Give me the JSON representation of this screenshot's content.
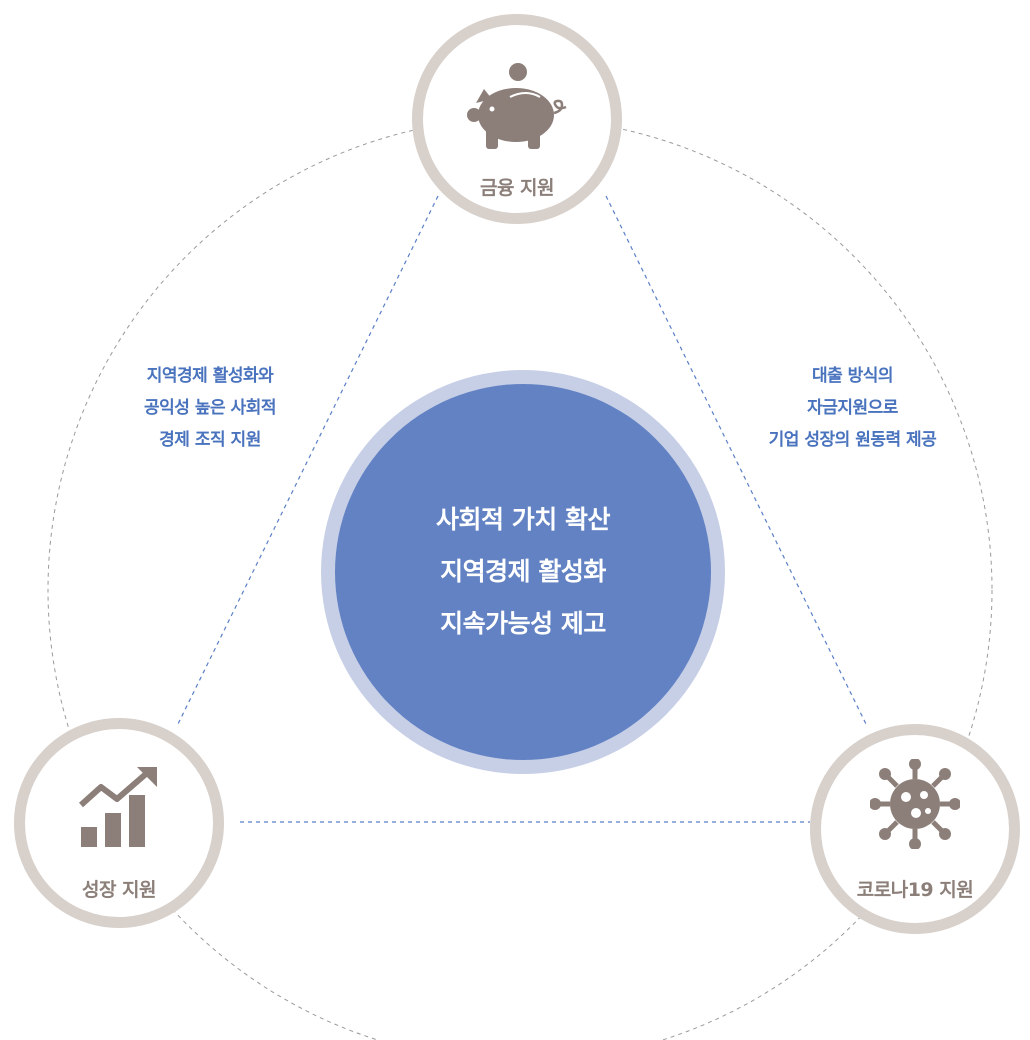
{
  "center": {
    "lines": [
      "사회적 가치 확산",
      "지역경제 활성화",
      "지속가능성 제고"
    ]
  },
  "nodes": {
    "finance": {
      "label": "금융 지원",
      "icon": "piggy-bank-icon"
    },
    "growth": {
      "label": "성장 지원",
      "icon": "growth-chart-icon"
    },
    "corona": {
      "label": "코로나19 지원",
      "icon": "virus-icon"
    }
  },
  "descriptions": {
    "left": [
      "지역경제 활성화와",
      "공익성 높은 사회적",
      "경제 조직 지원"
    ],
    "right": [
      "대출 방식의",
      "자금지원으로",
      "기업 성장의 원동력 제공"
    ]
  },
  "colors": {
    "node_ring": "#d7d0cb",
    "icon": "#8c7f79",
    "center_fill": "#6282c3",
    "center_ring": "#c7cfe7",
    "accent_text": "#4a73be",
    "dashed_outer": "#9a9a9a",
    "dashed_inner": "#5a7fc6"
  }
}
